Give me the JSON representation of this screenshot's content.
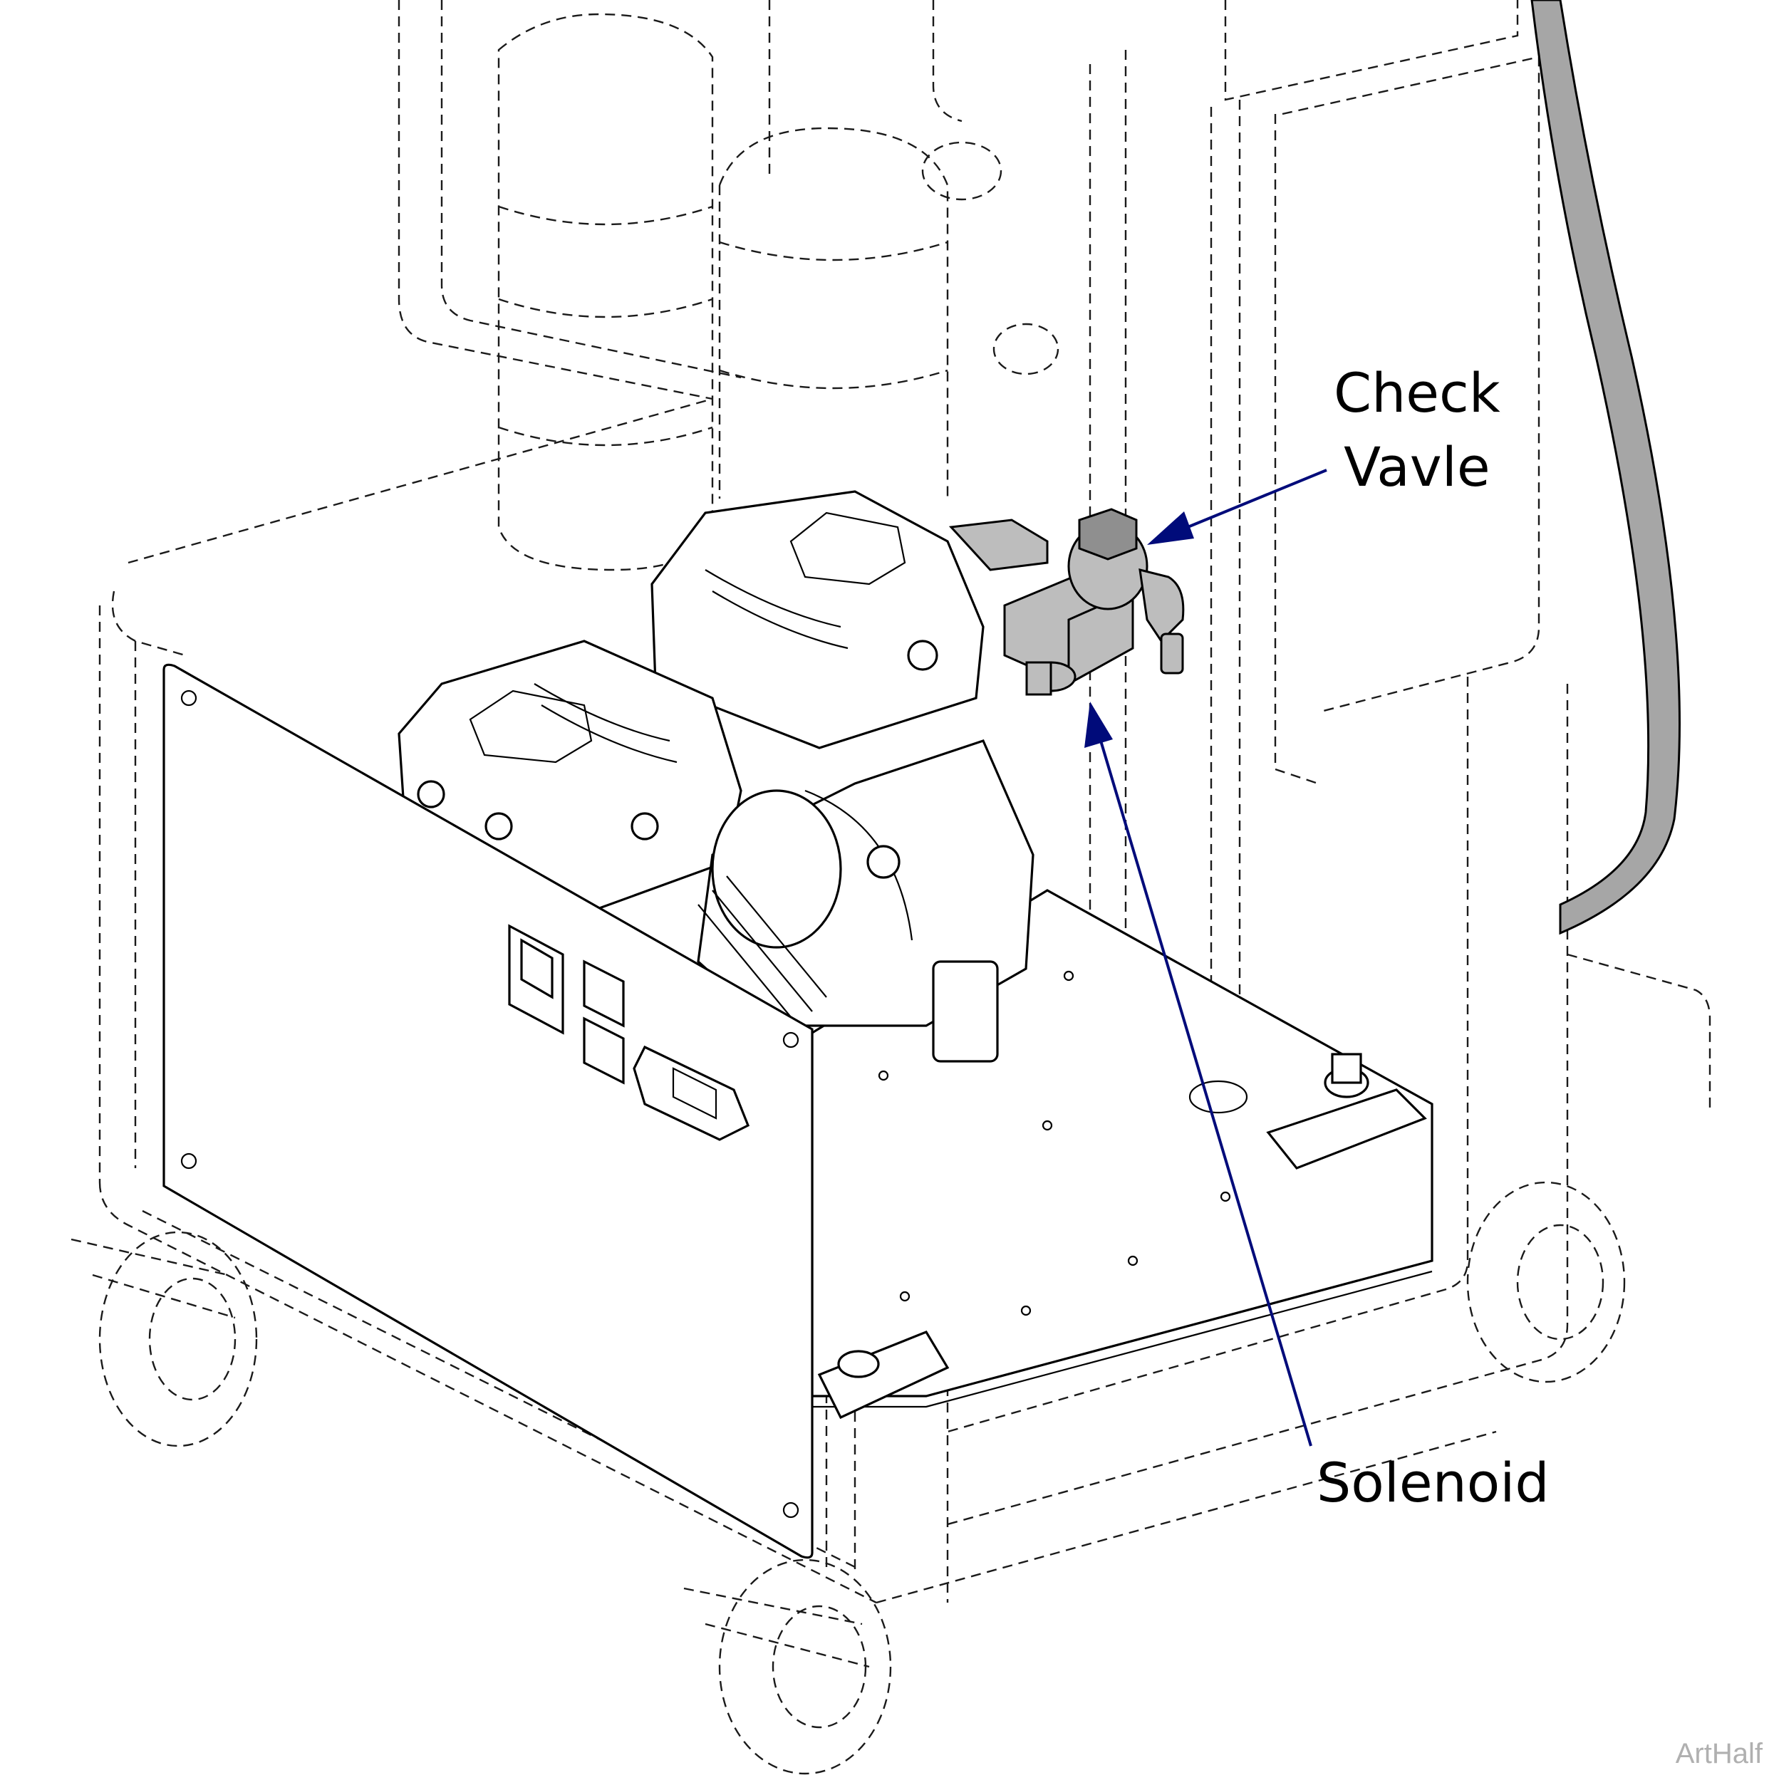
{
  "callouts": {
    "check_valve": "Check\nVavle",
    "solenoid": "Solenoid"
  },
  "watermark": "ArtHalf",
  "colors": {
    "callout": "#000b7a",
    "line": "#000000",
    "shade": "#bdbdbd"
  }
}
